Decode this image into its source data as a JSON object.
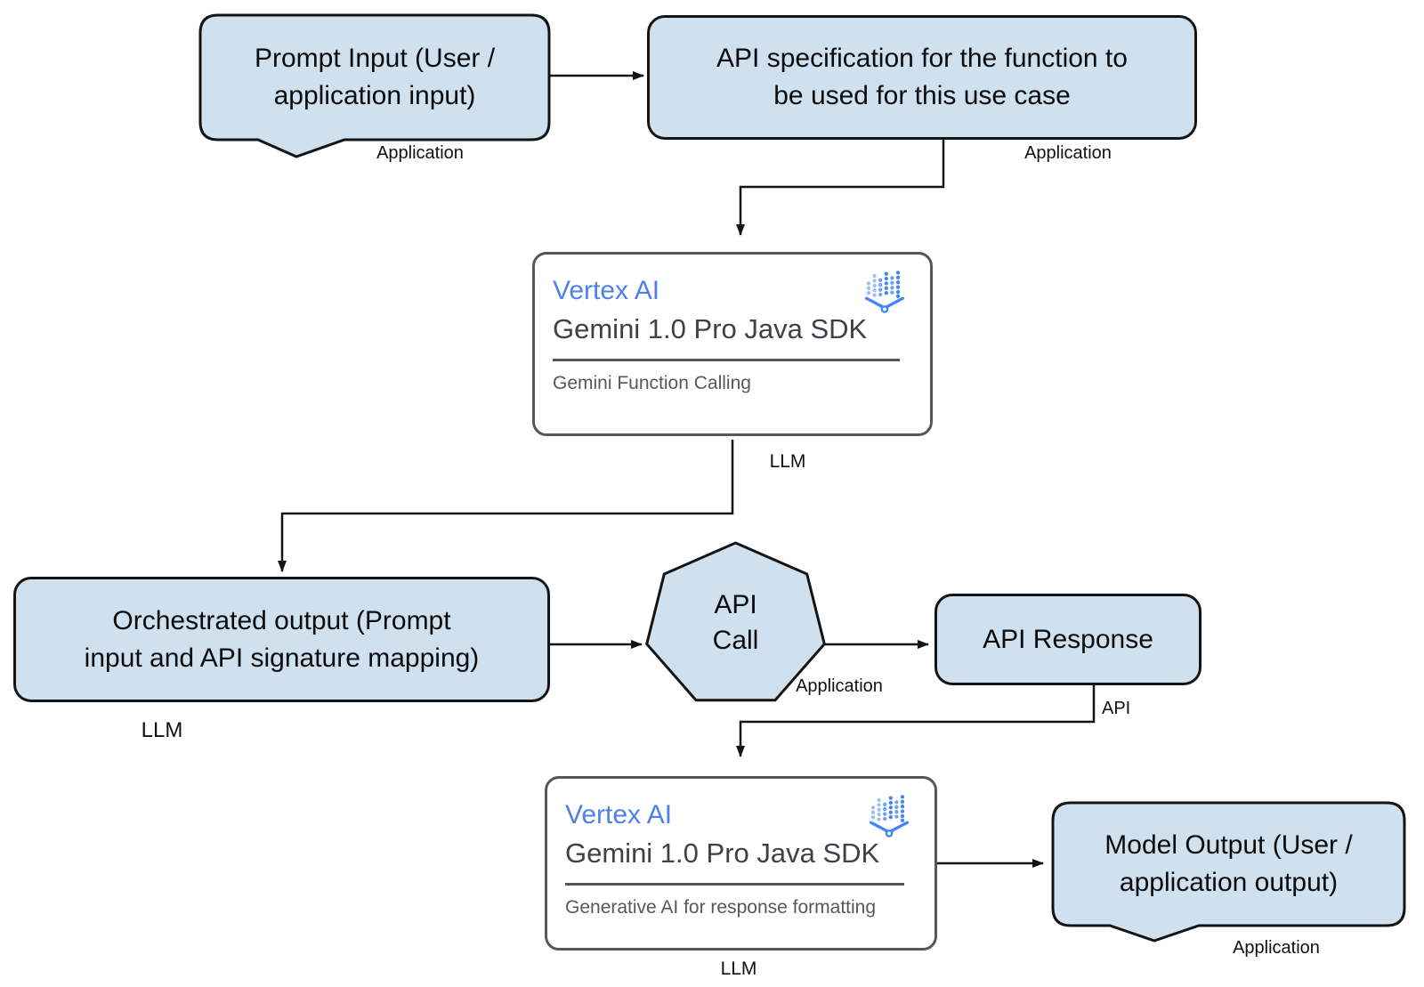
{
  "nodes": {
    "prompt_input": {
      "label": "Prompt Input (User /\napplication input)",
      "tag": "Application"
    },
    "api_spec": {
      "label": "API specification for the function to\nbe used for this use case",
      "tag": "Application"
    },
    "gemini_function_calling": {
      "title": "Vertex AI",
      "subtitle": "Gemini 1.0 Pro Java SDK",
      "caption": "Gemini Function Calling",
      "tag": "LLM",
      "icon": "vertex-ai-icon"
    },
    "orchestrated_output": {
      "label": "Orchestrated output (Prompt\ninput and API signature mapping)",
      "tag": "LLM"
    },
    "api_call": {
      "label": "API\nCall",
      "tag": "Application"
    },
    "api_response": {
      "label": "API Response",
      "tag": "API"
    },
    "gemini_response_formatting": {
      "title": "Vertex AI",
      "subtitle": "Gemini 1.0 Pro Java SDK",
      "caption": "Generative AI for response formatting",
      "tag": "LLM",
      "icon": "vertex-ai-icon"
    },
    "model_output": {
      "label": "Model Output (User /\napplication output)",
      "tag": "Application"
    }
  },
  "colors": {
    "node_fill": "#cfe0ef",
    "node_border": "#141414",
    "connector": "#141414",
    "card_border": "#565656",
    "card_title_blue": "#4e80e8",
    "card_subtitle": "#3e4246",
    "card_caption": "#54585c",
    "icon_blue": "#4285f4",
    "icon_light_blue": "#9dc0f9"
  }
}
